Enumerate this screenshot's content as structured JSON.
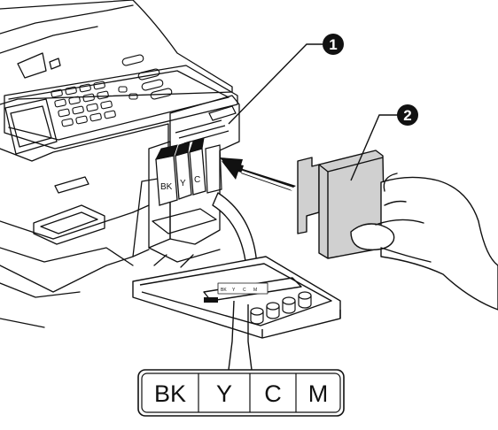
{
  "callouts": {
    "one": "1",
    "two": "2"
  },
  "installed_cartridges": {
    "bk": "BK",
    "y": "Y",
    "c": "C"
  },
  "tray_labels": {
    "bk": "BK",
    "y": "Y",
    "c": "C",
    "m": "M"
  },
  "color_legend": [
    "BK",
    "Y",
    "C",
    "M"
  ],
  "colors": {
    "line": "#111111",
    "cartridge_fill": "#d0d0d0",
    "callout_fill": "#111111",
    "background": "#ffffff"
  }
}
